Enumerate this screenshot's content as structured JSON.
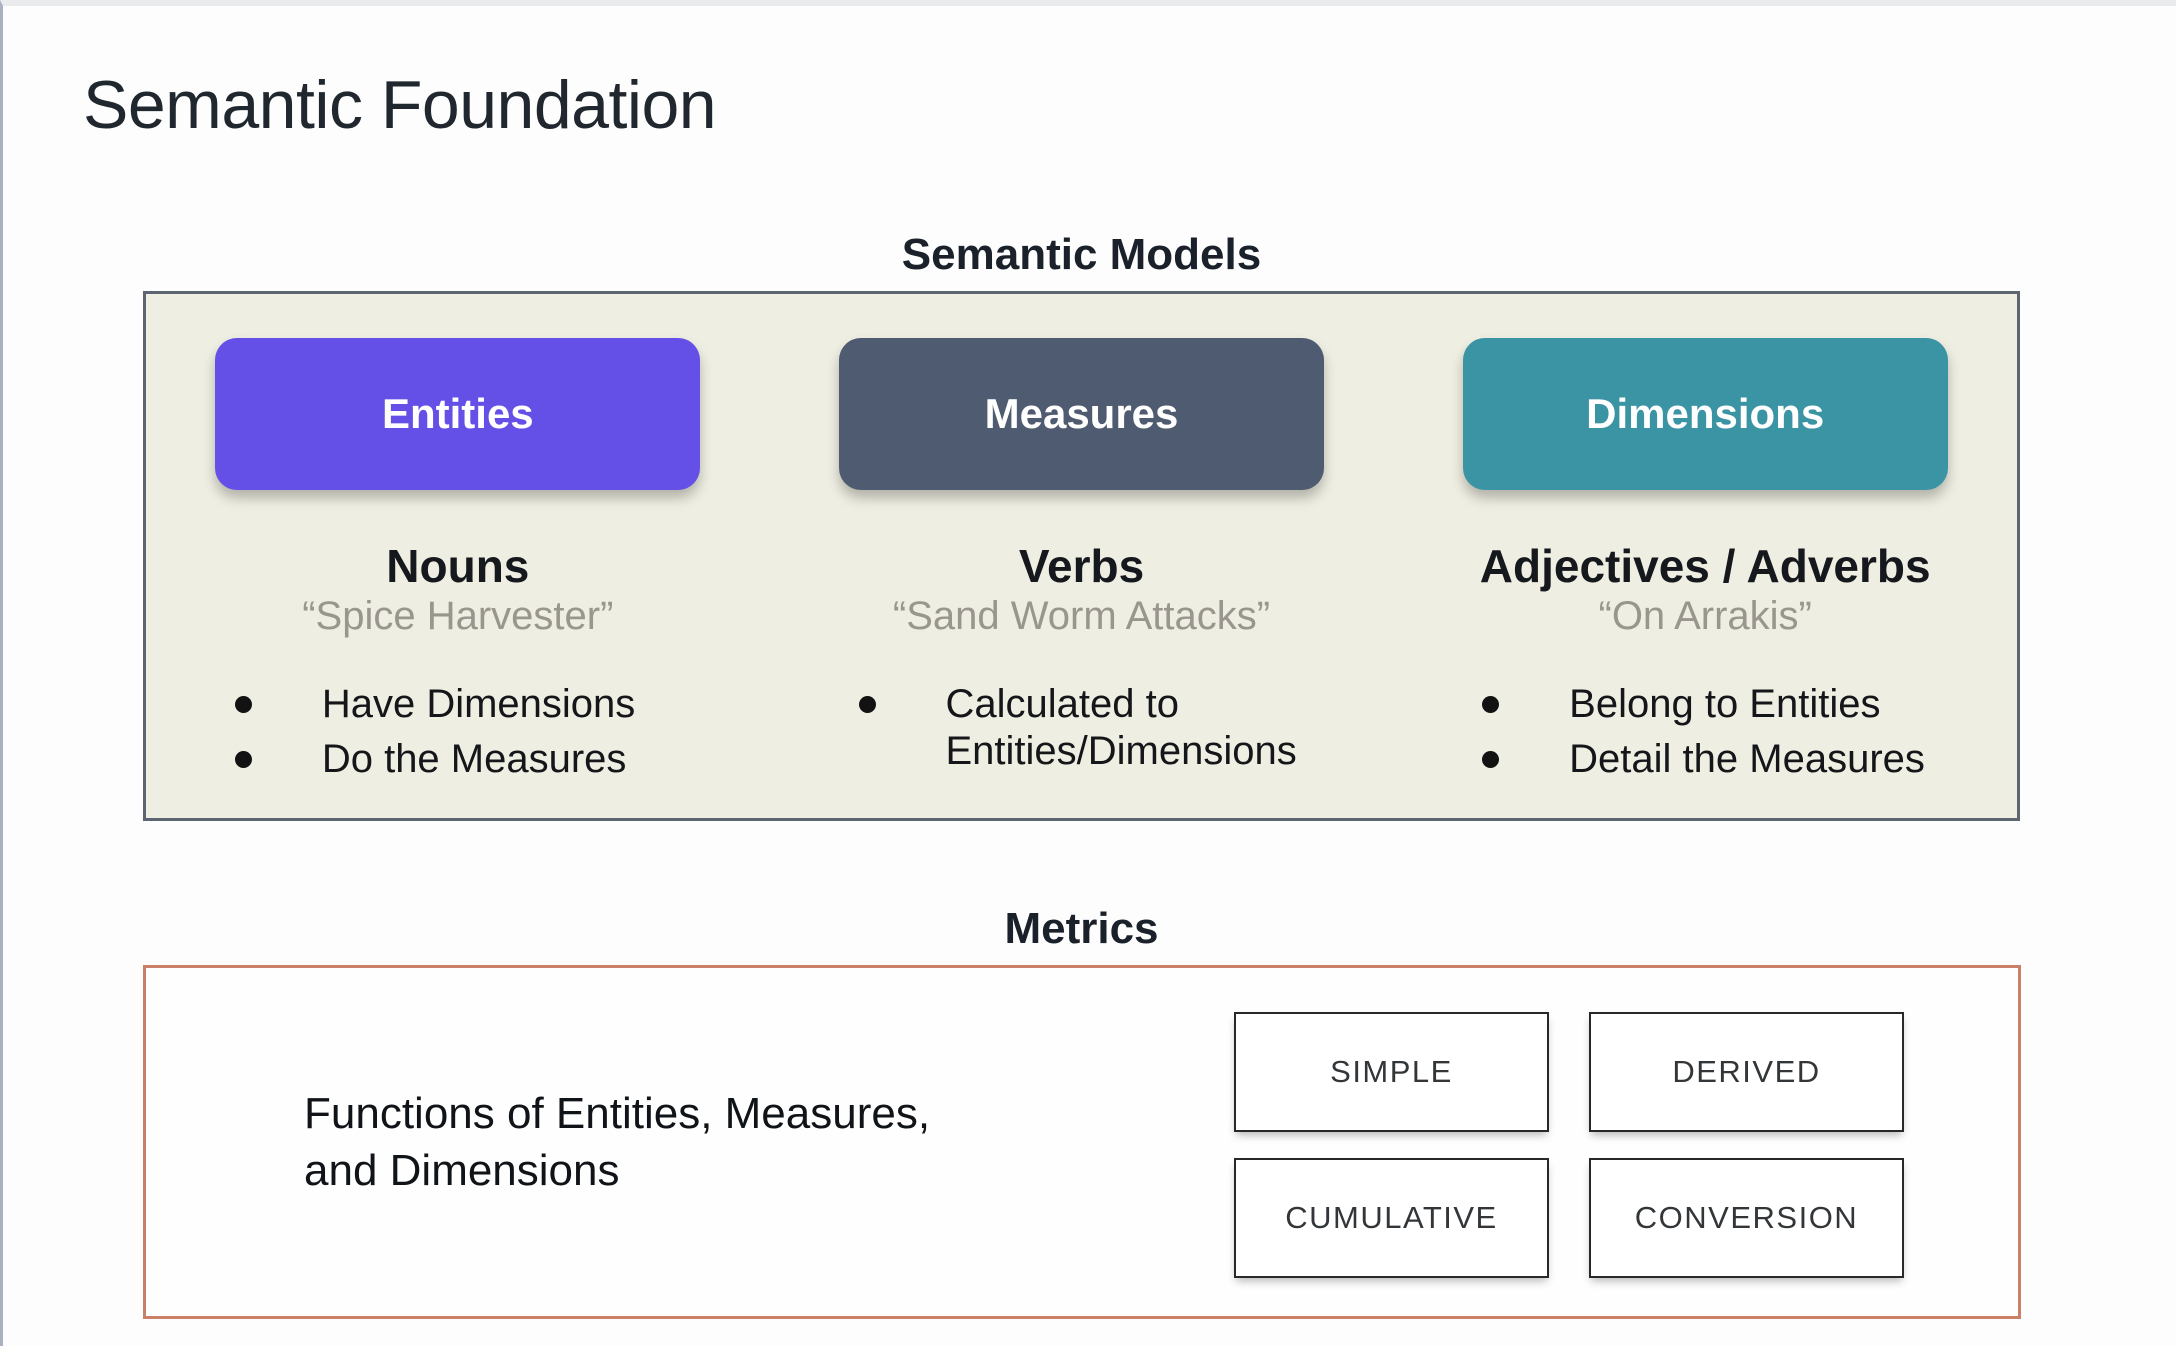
{
  "slide": {
    "title": "Semantic Foundation"
  },
  "semantic_models": {
    "label": "Semantic Models",
    "box_background": "#efeee2",
    "box_border_color": "#5d6570",
    "columns": [
      {
        "button": "Entities",
        "button_color": "#6550e7",
        "heading": "Nouns",
        "quote": "“Spice Harvester”",
        "bullets": [
          "Have Dimensions",
          "Do the Measures"
        ]
      },
      {
        "button": "Measures",
        "button_color": "#4e5b70",
        "heading": "Verbs",
        "quote": "“Sand Worm Attacks”",
        "bullets": [
          "Calculated to Entities/Dimensions"
        ]
      },
      {
        "button": "Dimensions",
        "button_color": "#3b94a4",
        "heading": "Adjectives / Adverbs",
        "quote": "“On Arrakis”",
        "bullets": [
          "Belong to Entities",
          "Detail the Measures"
        ]
      }
    ]
  },
  "metrics": {
    "label": "Metrics",
    "border_color": "#ca7f68",
    "description_lines": [
      "Functions of Entities, Measures,",
      "and Dimensions"
    ],
    "types": [
      "SIMPLE",
      "DERIVED",
      "CUMULATIVE",
      "CONVERSION"
    ]
  }
}
